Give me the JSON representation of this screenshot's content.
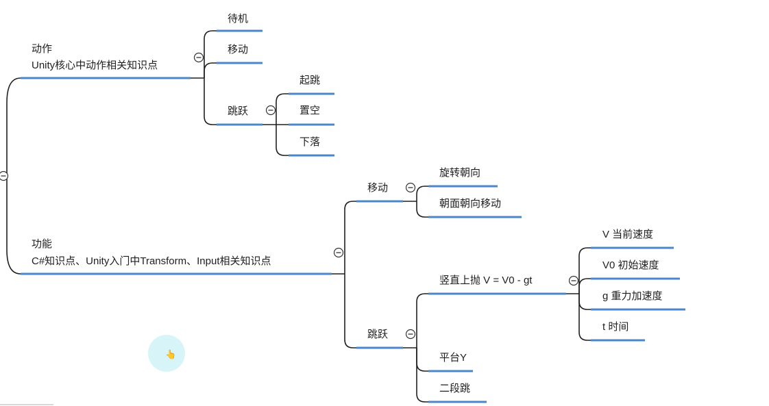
{
  "theme": {
    "line_color": "#1f1f1f",
    "underline_color": "#4a86c9",
    "collapse_color": "#333333",
    "halo_color": "#c9f1f6"
  },
  "mindmap": {
    "branches": [
      {
        "title": "动作",
        "subtitle": "Unity核心中动作相关知识点",
        "children": [
          {
            "label": "待机"
          },
          {
            "label": "移动"
          },
          {
            "label": "跳跃",
            "children": [
              {
                "label": "起跳"
              },
              {
                "label": "置空"
              },
              {
                "label": "下落"
              }
            ]
          }
        ]
      },
      {
        "title": "功能",
        "subtitle": "C#知识点、Unity入门中Transform、Input相关知识点",
        "children": [
          {
            "label": "移动",
            "children": [
              {
                "label": "旋转朝向"
              },
              {
                "label": "朝面朝向移动"
              }
            ]
          },
          {
            "label": "跳跃",
            "children": [
              {
                "label": "竖直上抛 V = V0 - gt",
                "children": [
                  {
                    "label": "V 当前速度"
                  },
                  {
                    "label": "V0 初始速度"
                  },
                  {
                    "label": "g 重力加速度"
                  },
                  {
                    "label": "t 时间"
                  }
                ]
              },
              {
                "label": "平台Y"
              },
              {
                "label": "二段跳"
              }
            ]
          }
        ]
      }
    ]
  }
}
